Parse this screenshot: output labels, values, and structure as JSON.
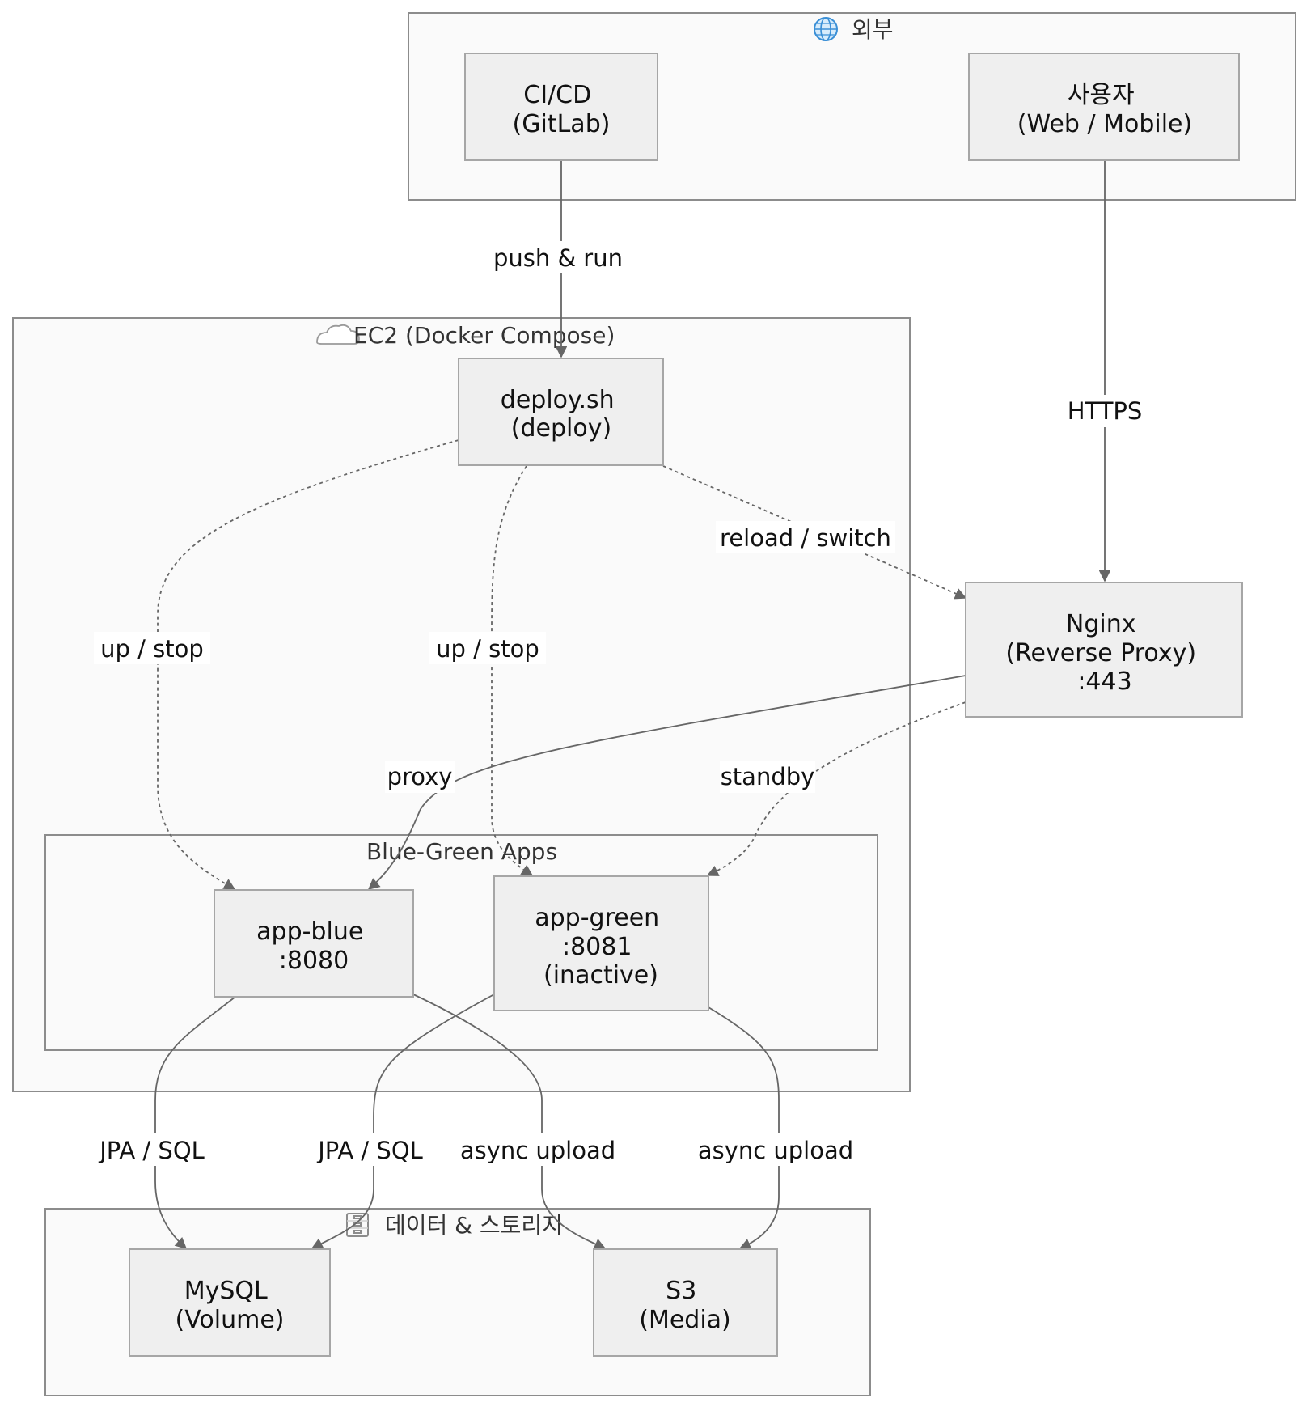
{
  "clusters": {
    "external": {
      "title": "외부",
      "icon": "globe-icon"
    },
    "ec2": {
      "title": "EC2 (Docker Compose)",
      "icon": "cloud-icon"
    },
    "bluegreen": {
      "title": "Blue-Green Apps"
    },
    "data": {
      "title": "데이터 & 스토리지",
      "icon": "cabinet-icon"
    }
  },
  "nodes": {
    "cicd": [
      "CI/CD",
      "(GitLab)"
    ],
    "user": [
      "사용자",
      "(Web / Mobile)"
    ],
    "deploy": [
      "deploy.sh",
      "(deploy)"
    ],
    "nginx": [
      "Nginx",
      "(Reverse Proxy)",
      ":443"
    ],
    "blue": [
      "app-blue",
      ":8080"
    ],
    "green": [
      "app-green",
      ":8081",
      "(inactive)"
    ],
    "mysql": [
      "MySQL",
      "(Volume)"
    ],
    "s3": [
      "S3",
      "(Media)"
    ]
  },
  "edges": {
    "push": "push & run",
    "https": "HTTPS",
    "reload": "reload / switch",
    "up_blue": "up / stop",
    "up_green": "up / stop",
    "proxy": "proxy",
    "standby": "standby",
    "blue_sql": "JPA / SQL",
    "green_sql": "JPA / SQL",
    "blue_s3": "async upload",
    "green_s3": "async upload"
  },
  "colors": {
    "cluster_fill": "#fafafa",
    "node_fill": "#efefef",
    "edge": "#666666"
  }
}
